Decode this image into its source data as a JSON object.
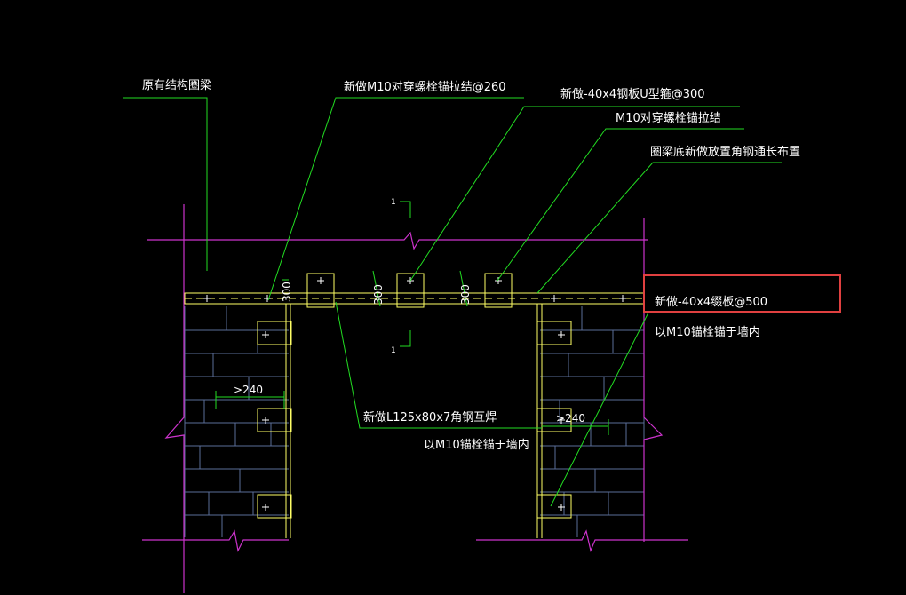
{
  "colors": {
    "background": "#000000",
    "wall_outline": "#cc33cc",
    "leader": "#22dd22",
    "steel": "#ffff66",
    "masonry": "#5a6e99",
    "text": "#ffffff",
    "highlight": "#e04040"
  },
  "annotations": {
    "existing_ring_beam": "原有结构圈梁",
    "through_bolt_tie": "新做M10对穿螺栓锚拉结@260",
    "steel_plate_u_hoop": "新做-40x4钢板U型箍@300",
    "m10_bolt_tie": "M10对穿螺栓锚拉结",
    "angle_full_length": "圈梁底新做放置角钢通长布置",
    "batten_plate": "新做-40x4缀板@500",
    "anchor_in_wall_right": "以M10锚栓锚于墙内",
    "angle_weld": "新做L125x80x7角钢互焊",
    "anchor_in_wall_bottom": "以M10锚栓锚于墙内"
  },
  "dimensions": {
    "spacing_1": "300",
    "spacing_2": "300",
    "spacing_3": "300",
    "width_left": ">240",
    "width_right": ">240"
  },
  "section_marks": {
    "top": "1",
    "bottom": "1"
  }
}
